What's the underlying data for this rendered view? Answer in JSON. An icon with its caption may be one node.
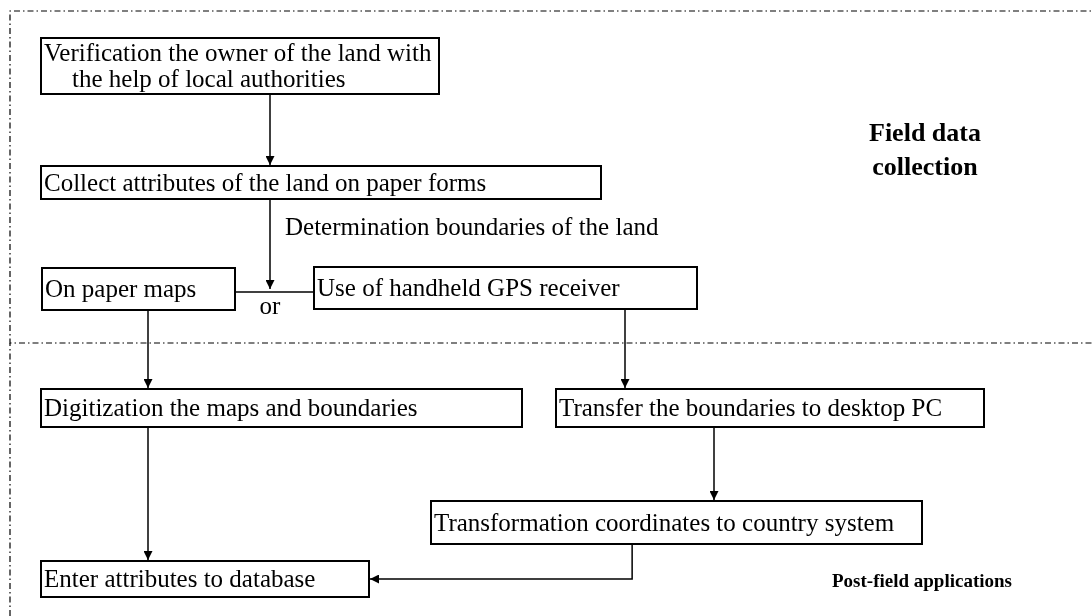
{
  "diagram": {
    "nodes": [
      {
        "text": [
          "Field data collection"
        ]
      },
      {
        "text": [
          "Post-field applications"
        ]
      },
      {
        "text": [
          "Verification the owner of the land with the help of local authorities"
        ],
        "in": 0
      },
      {
        "text": [
          "Collect attributes of the land on paper forms"
        ],
        "in": 0
      },
      {
        "text": [
          "On paper maps"
        ],
        "in": 0
      },
      {
        "text": [
          "Use of handheld GPS receiver"
        ],
        "in": 0
      },
      {
        "text": [
          "Digitization the maps and boundaries"
        ],
        "in": 1
      },
      {
        "text": [
          "Transfer the boundaries to desktop PC"
        ],
        "in": 1
      },
      {
        "text": [
          "Transformation coordinates to country system"
        ],
        "in": 1
      },
      {
        "text": [
          "Enter attributes to database"
        ],
        "in": 1
      }
    ],
    "edges": [
      {
        "from": 2,
        "to": 3,
        "arrow": "to"
      },
      {
        "from": 3,
        "to": null,
        "arrow": "to",
        "label": "Determination boundaries of the land"
      },
      {
        "from": 4,
        "to": 5,
        "arrow": "none",
        "label": "or"
      },
      {
        "from": 4,
        "to": 6,
        "arrow": "to"
      },
      {
        "from": 5,
        "to": 7,
        "arrow": "to"
      },
      {
        "from": 7,
        "to": 8,
        "arrow": "to"
      },
      {
        "from": 6,
        "to": 9,
        "arrow": "to"
      },
      {
        "from": 8,
        "to": 9,
        "arrow": "to"
      }
    ]
  }
}
